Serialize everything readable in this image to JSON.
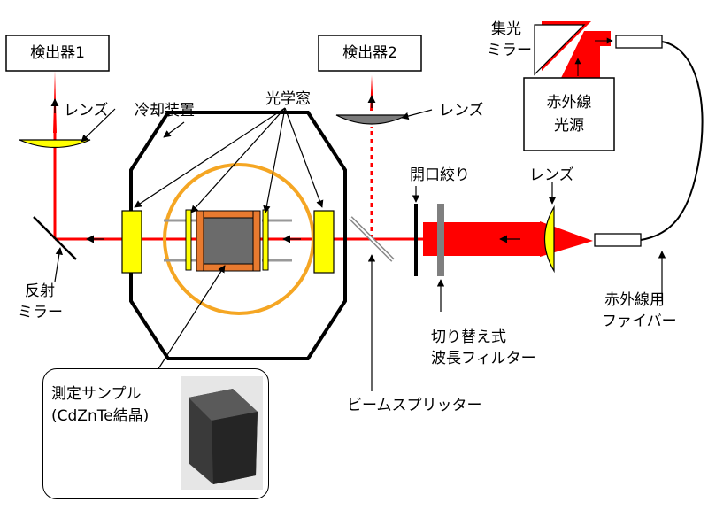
{
  "labels": {
    "detector1": "検出器1",
    "detector2": "検出器2",
    "lens_left": "レンズ",
    "lens_top": "レンズ",
    "lens_right": "レンズ",
    "cooling": "冷却装置",
    "optical_window": "光学窓",
    "condenser_line1": "集光",
    "condenser_line2": "ミラー",
    "ir_source_line1": "赤外線",
    "ir_source_line2": "光源",
    "aperture": "開口絞り",
    "reflect_line1": "反",
    "reflect_line2": "射",
    "reflect_line3": "ミラー",
    "fiber_line1": "赤外線用",
    "fiber_line2": "ファイバー",
    "filter_line1": "切り替え式",
    "filter_line2": "波長フィルター",
    "splitter": "ビームスプリッター",
    "sample_line1": "測定サンプル",
    "sample_line2": "(CdZnTe結晶)"
  },
  "colors": {
    "beam": "#ff0000",
    "lens_yellow": "#ffff00",
    "lens_gray": "#777777",
    "ring": "#f5a623",
    "holder": "#e87a2f",
    "crystal": "#6b6b6b",
    "filter": "#7f7f7f"
  }
}
